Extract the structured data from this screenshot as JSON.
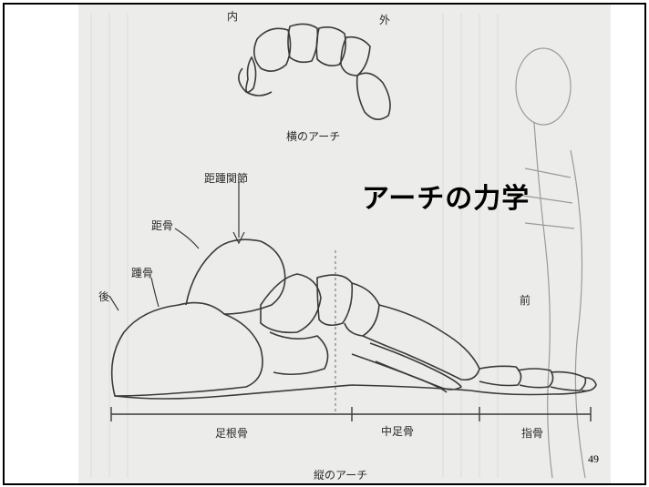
{
  "slide": {
    "title": "アーチの力学",
    "page_number": "49"
  },
  "figure": {
    "top_inner_label": "内",
    "top_outer_label": "外",
    "transverse_arch_caption": "横のアーチ",
    "joint_label": "距踵関節",
    "talus_label": "距骨",
    "calcaneus_label": "踵骨",
    "rear_label": "後",
    "front_label": "前",
    "tarsal_label": "足根骨",
    "metatarsal_label": "中足骨",
    "phalanges_label": "指骨",
    "longitudinal_arch_caption": "縦のアーチ"
  },
  "colors": {
    "background": "#ffffff",
    "scan_paper": "#ececeb",
    "line_art": "#3a3a3a",
    "title_text": "#000000"
  }
}
